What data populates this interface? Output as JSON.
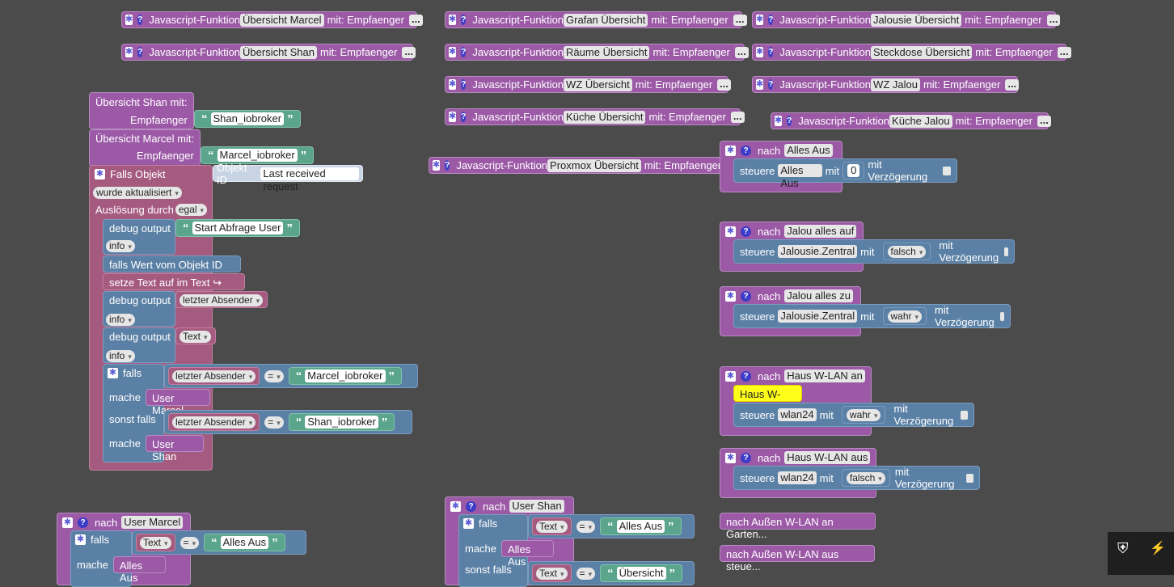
{
  "fn_prefix": "Javascript-Funktion",
  "fn_suffix": "mit: Empfaenger",
  "fn_dots": "...",
  "functions": {
    "ubersicht_marcel": "Übersicht Marcel",
    "ubersicht_shan": "Übersicht Shan",
    "grafan": "Grafan Übersicht",
    "raume": "Räume Übersicht",
    "wz": "WZ Übersicht",
    "kuche": "Küche Übersicht",
    "proxmox": "Proxmox Übersicht",
    "jalousie": "Jalousie Übersicht",
    "steckdose": "Steckdose Übersicht",
    "wz_jalou": "WZ Jalou",
    "kuche_jalou": "Küche Jalou"
  },
  "left": {
    "shan_header": "Übersicht Shan mit:",
    "empfaenger": "Empfaenger",
    "shan_value": "Shan_iobroker",
    "marcel_header": "Übersicht Marcel mit:",
    "marcel_value": "Marcel_iobroker",
    "falls_objekt": "Falls Objekt",
    "objekt_id": "Objekt ID",
    "objekt_value": "Last received request",
    "wurde": "wurde aktualisiert",
    "auslosung": "Auslösung durch",
    "egal": "egal",
    "debug_output": "debug output",
    "start_abfrage": "Start Abfrage User",
    "info": "info",
    "falls_wert": "falls Wert vom Objekt ID te...",
    "setze_text": "setze Text auf im Text ↪ We...",
    "letzter_absender": "letzter Absender",
    "text": "Text",
    "falls": "falls",
    "eq": "=",
    "mache": "mache",
    "sonst_falls": "sonst falls",
    "user_marcel": "User Marcel",
    "user_shan": "User Shan"
  },
  "right": {
    "nach": "nach",
    "steuere": "steuere",
    "mit": "mit",
    "mit_verz": "mit Verzögerung",
    "alles_aus": "Alles Aus",
    "zero": "0",
    "jalou_auf": "Jalou alles auf",
    "jalou_zu": "Jalou alles zu",
    "jalousie_zentral": "Jalousie.Zentral",
    "falsch": "falsch",
    "wahr": "wahr",
    "haus_wlan_an": "Haus W-LAN an",
    "haus_wlan_aus": "Haus W-LAN aus",
    "haus_wlan_comment": "Haus W-LAN",
    "wlan24": "wlan24",
    "aussen_an": "nach Außen W-LAN an   Garten...",
    "aussen_aus": "nach Außen W-LAN aus   steue..."
  },
  "bottom": {
    "user_marcel": "User Marcel",
    "user_shan": "User Shan",
    "text": "Text",
    "alles_aus": "Alles Aus",
    "ubersicht": "Übersicht"
  },
  "colors": {
    "procedure": "#9b59a6",
    "logic": "#5b80a5",
    "variable": "#a55b80",
    "text": "#5ba58c",
    "background": "#4b4b4b"
  }
}
